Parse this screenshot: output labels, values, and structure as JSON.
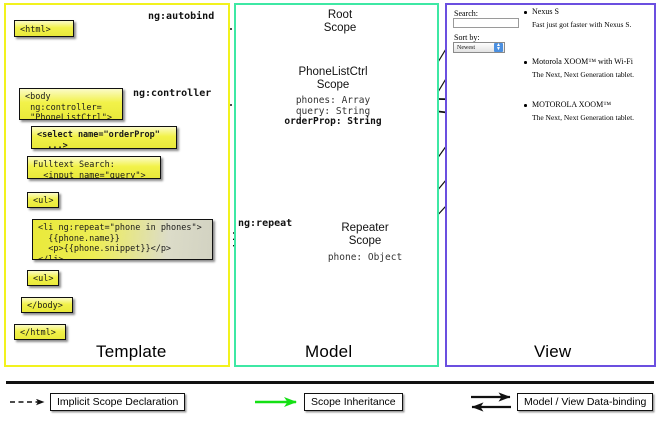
{
  "panels": {
    "template": {
      "label": "Template",
      "border_color": "#f2f21e"
    },
    "model": {
      "label": "Model",
      "border_color": "#3ee8a4"
    },
    "view": {
      "label": "View",
      "border_color": "#6b4fe0"
    }
  },
  "template_code": [
    {
      "name": "html-open",
      "text": "<html>"
    },
    {
      "name": "body-open",
      "text": "<body\n ng:controller=\n \"PhoneListCtrl\">"
    },
    {
      "name": "select",
      "text": "<select name=\"orderProp\"\n  ...>"
    },
    {
      "name": "search",
      "text": "Fulltext Search:\n  <input name=\"query\">"
    },
    {
      "name": "ul-open",
      "text": "<ul>"
    },
    {
      "name": "li-repeat",
      "text": "<li ng:repeat=\"phone in phones\">\n  {{phone.name}}\n  <p>{{phone.snippet}}</p>\n</li>"
    },
    {
      "name": "ul-close",
      "text": "<ul>"
    },
    {
      "name": "body-close",
      "text": "</body>"
    },
    {
      "name": "html-close",
      "text": "</html>"
    }
  ],
  "edge_labels": {
    "autobind": "ng:autobind",
    "controller": "ng:controller",
    "repeat": "ng:repeat"
  },
  "model": {
    "root_scope": {
      "title": "Root\nScope"
    },
    "phonelist_scope": {
      "title": "PhoneListCtrl\nScope",
      "props_plain": "phones: Array\nquery: String",
      "props_bold": "orderProp: String"
    },
    "repeater_scope": {
      "title": "Repeater\nScope",
      "props": "phone: Object"
    }
  },
  "view": {
    "search_label": "Search:",
    "search_value": "",
    "search_placeholder": "",
    "sort_label": "Sort by:",
    "sort_selected": "Newest",
    "phones": [
      {
        "name": "Nexus S",
        "snippet": "Fast just got faster with Nexus S."
      },
      {
        "name": "Motorola XOOM™  with Wi-Fi",
        "snippet": "The Next, Next Generation tablet."
      },
      {
        "name": "MOTOROLA XOOM™",
        "snippet": "The Next, Next Generation tablet."
      }
    ]
  },
  "legend": [
    {
      "name": "implicit-scope-declaration",
      "label": "Implicit Scope Declaration",
      "style": "dashed-arrow",
      "color": "#111111"
    },
    {
      "name": "scope-inheritance",
      "label": "Scope Inheritance",
      "style": "green-arrow",
      "color": "#14e014"
    },
    {
      "name": "model-view-data-binding",
      "label": "Model / View Data-binding",
      "style": "double-arrow",
      "color": "#111111"
    }
  ]
}
